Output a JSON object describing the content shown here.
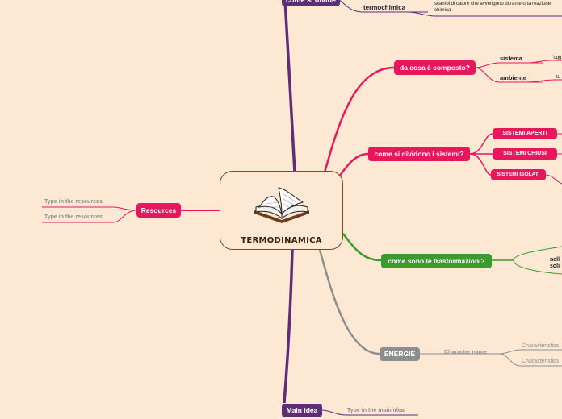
{
  "central": {
    "title": "TERMODINAMICA",
    "icon": "open-book-icon"
  },
  "branches": {
    "top_purple": {
      "label": "come si divide",
      "child_label": "termochimica",
      "child_desc_line1": "scambi di calore che avvengono durante una reazione",
      "child_desc_line2": "chimica"
    },
    "composto": {
      "label": "da cosa è composto?",
      "sistema": "sistema",
      "sistema_desc": "l'ogg",
      "ambiente": "ambiente",
      "ambiente_desc": "tu"
    },
    "dividono": {
      "label": "come si dividono i sistemi?",
      "aperti": "SISTEMI APERTI",
      "chiusi": "SISTEMI CHIUSI",
      "isolati": "SISTEMI ISOLATI"
    },
    "trasformazioni": {
      "label": "come sono le trasformazioni?",
      "child_line1": "nell",
      "child_line2": "soli"
    },
    "energie": {
      "label": "ENERGIE",
      "child": "Character name",
      "char1": "Characteristics",
      "char2": "Characteristics"
    },
    "main_idea": {
      "label": "Main idea",
      "child": "Type in the main idea"
    },
    "resources": {
      "label": "Resources",
      "child1": "Type in the resources",
      "child2": "Type in the resources"
    }
  },
  "colors": {
    "background": "#fde8d3",
    "pink": "#e8175d",
    "purple": "#5e2d79",
    "green": "#3c9b2d",
    "gray": "#8e8e8e",
    "brown": "#7a4a24"
  }
}
